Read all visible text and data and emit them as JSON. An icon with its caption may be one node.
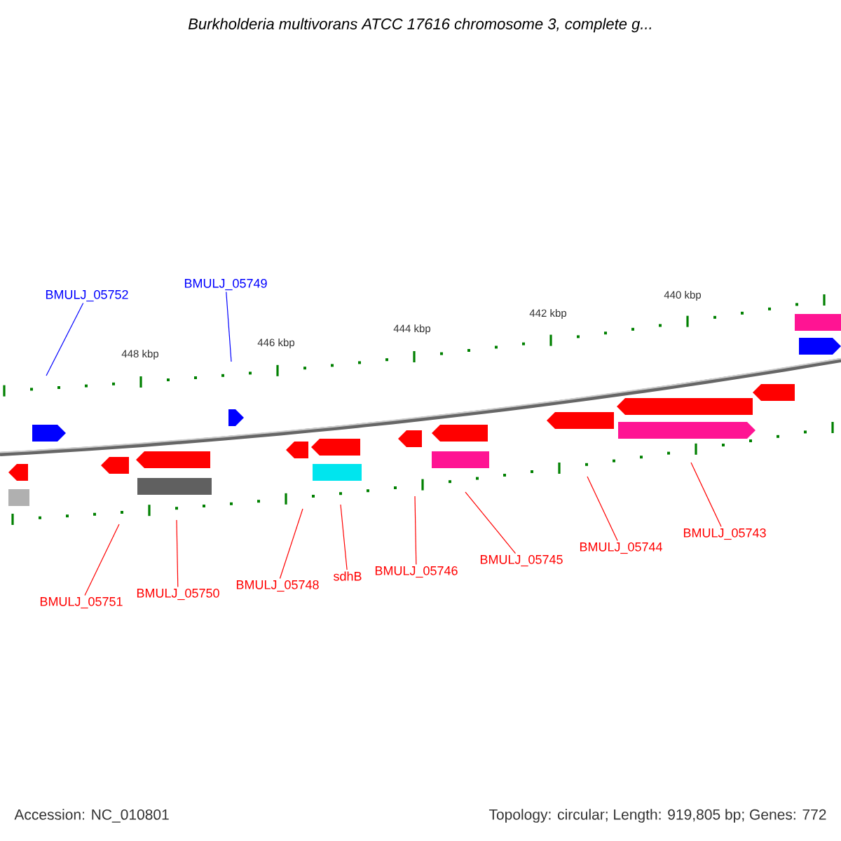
{
  "diagram": {
    "title": "Burkholderia multivorans ATCC 17616 chromosome 3, complete g...",
    "nodes": [
      {
        "text": [
          "BMULJ_05752"
        ]
      },
      {
        "text": [
          "BMULJ_05749"
        ]
      },
      {
        "text": [
          "BMULJ_05751"
        ]
      },
      {
        "text": [
          "BMULJ_05750"
        ]
      },
      {
        "text": [
          "BMULJ_05748"
        ]
      },
      {
        "text": [
          "sdhB"
        ]
      },
      {
        "text": [
          "BMULJ_05746"
        ]
      },
      {
        "text": [
          "BMULJ_05745"
        ]
      },
      {
        "text": [
          "BMULJ_05744"
        ]
      },
      {
        "text": [
          "BMULJ_05743"
        ]
      }
    ],
    "edges": [
      {
        "from": 0,
        "to": null,
        "arrow": "none",
        "color": "#0000ff"
      },
      {
        "from": 1,
        "to": null,
        "arrow": "none",
        "color": "#0000ff"
      },
      {
        "from": 2,
        "to": null,
        "arrow": "none"
      },
      {
        "from": 3,
        "to": null,
        "arrow": "none"
      },
      {
        "from": 4,
        "to": null,
        "arrow": "none"
      },
      {
        "from": 5,
        "to": null,
        "arrow": "none"
      },
      {
        "from": 6,
        "to": null,
        "arrow": "none"
      },
      {
        "from": 7,
        "to": null,
        "arrow": "none"
      },
      {
        "from": 8,
        "to": null,
        "arrow": "none"
      },
      {
        "from": 9,
        "to": null,
        "arrow": "none"
      }
    ],
    "labels": [
      "448 kbp",
      "446 kbp",
      "444 kbp",
      "442 kbp",
      "440 kbp",
      "Accession: NC_010801",
      "Topology: circular; Length: 919,805 bp; Genes: 772"
    ]
  }
}
